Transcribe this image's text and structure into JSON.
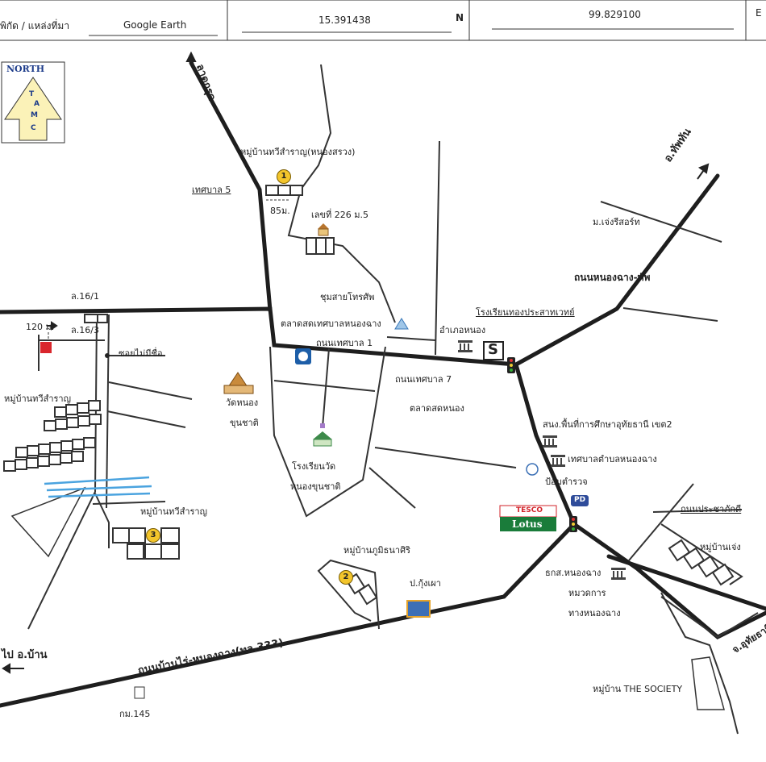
{
  "header": {
    "location_label": "พิกัด / แหล่งที่มา",
    "source": "Google Earth",
    "lat": "15.391438",
    "lat_dir": "N",
    "lon": "99.829100",
    "lon_dir": "E"
  },
  "north_arrow": {
    "title": "NORTH",
    "letters": [
      "T",
      "A",
      "M",
      "C"
    ]
  },
  "labels": {
    "to_lat_kruet": "ลาดกรุด",
    "village_thawi_north": "หมู่บ้านทวีสำราญ(หนองสรวง)",
    "tesaban5": "เทศบาล 5",
    "dist_85": "85ม.",
    "house_226": "เลขที่ 226 ม.5",
    "to_thap_than": "อ.ทัพทัน",
    "chengri_resort": "ม.เจ่งรีสอร์ท",
    "road_nong_chang_thap": "ถนนหนองฉาง-ทัพ",
    "lor16_1": "ล.16/1",
    "lor16_3": "ล.16/3",
    "dist_120": "120 ม.",
    "phone_exchange": "ชุมสายโทรศัพ",
    "market_tesaban": "ตลาดสดเทศบาลหนองฉาง",
    "road_tesaban1": "ถนนเทศบาล 1",
    "school_thong": "โรงเรียนทองประสาทเวทย์",
    "district_office": "อำเภอหนอง",
    "soi_no_name": "ซอยไม่มีชื่อ",
    "road_tesaban7": "ถนนเทศบาล 7",
    "village_thawi_west": "หมู่บ้านทวีสำราญ",
    "wat_nong_khun": "วัดหนอง",
    "wat_nong_khun2": "ขุนชาติ",
    "market_nong": "ตลาดสดหนอง",
    "edu_office": "สนง.พื้นที่การศึกษาอุทัยธานี เขต2",
    "municipal_office": "เทศบาลตำบลหนองฉาง",
    "school_wat": "โรงเรียนวัด",
    "school_wat2": "หนองขุนชาติ",
    "police_box": "ป้อมตำรวจ",
    "village_thawi_3": "หมู่บ้านทวีสำราญ",
    "road_prachapakdee": "ถนนประชาภักดี",
    "village_phumi": "หมู่บ้านภูมิธนาศิริ",
    "village_cheng": "หมู่บ้านเจ่ง",
    "bank_baac": "ธกส.หนองฉาง",
    "pump_station": "ป.กุ้งเผา",
    "highway_district": "หมวดการ",
    "highway_district2": "ทางหนองฉาง",
    "road_333": "ถนนบ้านไร่-หนองฉาง(ทล.333)",
    "to_uthai": "จ.อุทัยธานี",
    "to_ban_rai": "ไป อ.บ้าน",
    "village_society": "หมู่บ้าน THE SOCIETY",
    "km145": "กม.145",
    "tesco_top": "TESCO",
    "tesco_bottom": "Lotus",
    "school_s": "S",
    "police_pd": "PD"
  },
  "markers": [
    "1",
    "2",
    "3"
  ],
  "colors": {
    "road": "#1e1e1e",
    "marker": "#f3c52b",
    "red_spot": "#d9262c",
    "water": "#4aa3df",
    "tesco_red": "#d2232a",
    "lotus_green": "#1a7c3a"
  },
  "icons": [
    "traffic-light-icon",
    "temple-icon",
    "school-icon",
    "bank-icon",
    "house-icon",
    "gas-station-icon",
    "tesco-lotus-logo",
    "police-icon",
    "phone-tower-icon"
  ]
}
